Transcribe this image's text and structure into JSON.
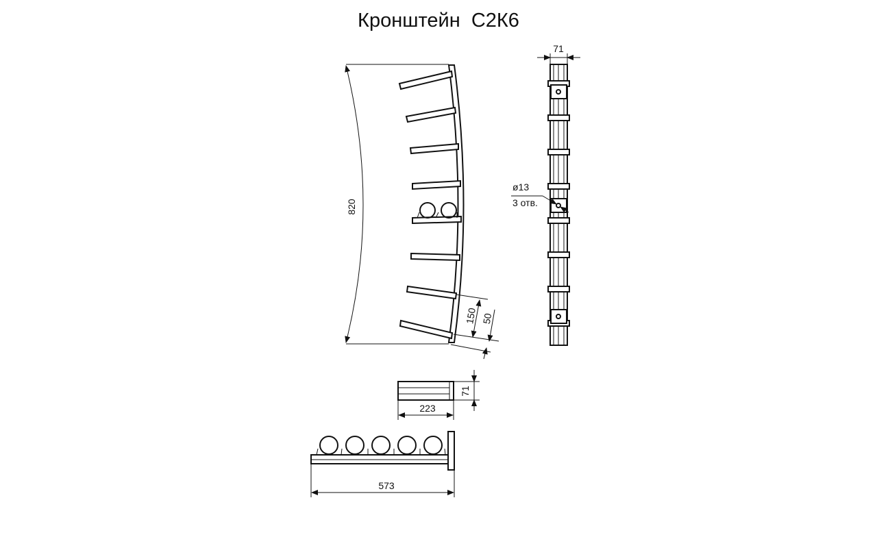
{
  "title": "Кронштейн  С2К6",
  "dimensions": {
    "height": "820",
    "width_top": "71",
    "hole": "ø13",
    "holes_count": "3 отв.",
    "pitch": "150",
    "edge": "50",
    "depth_short": "223",
    "width_plan": "71",
    "length": "573"
  }
}
